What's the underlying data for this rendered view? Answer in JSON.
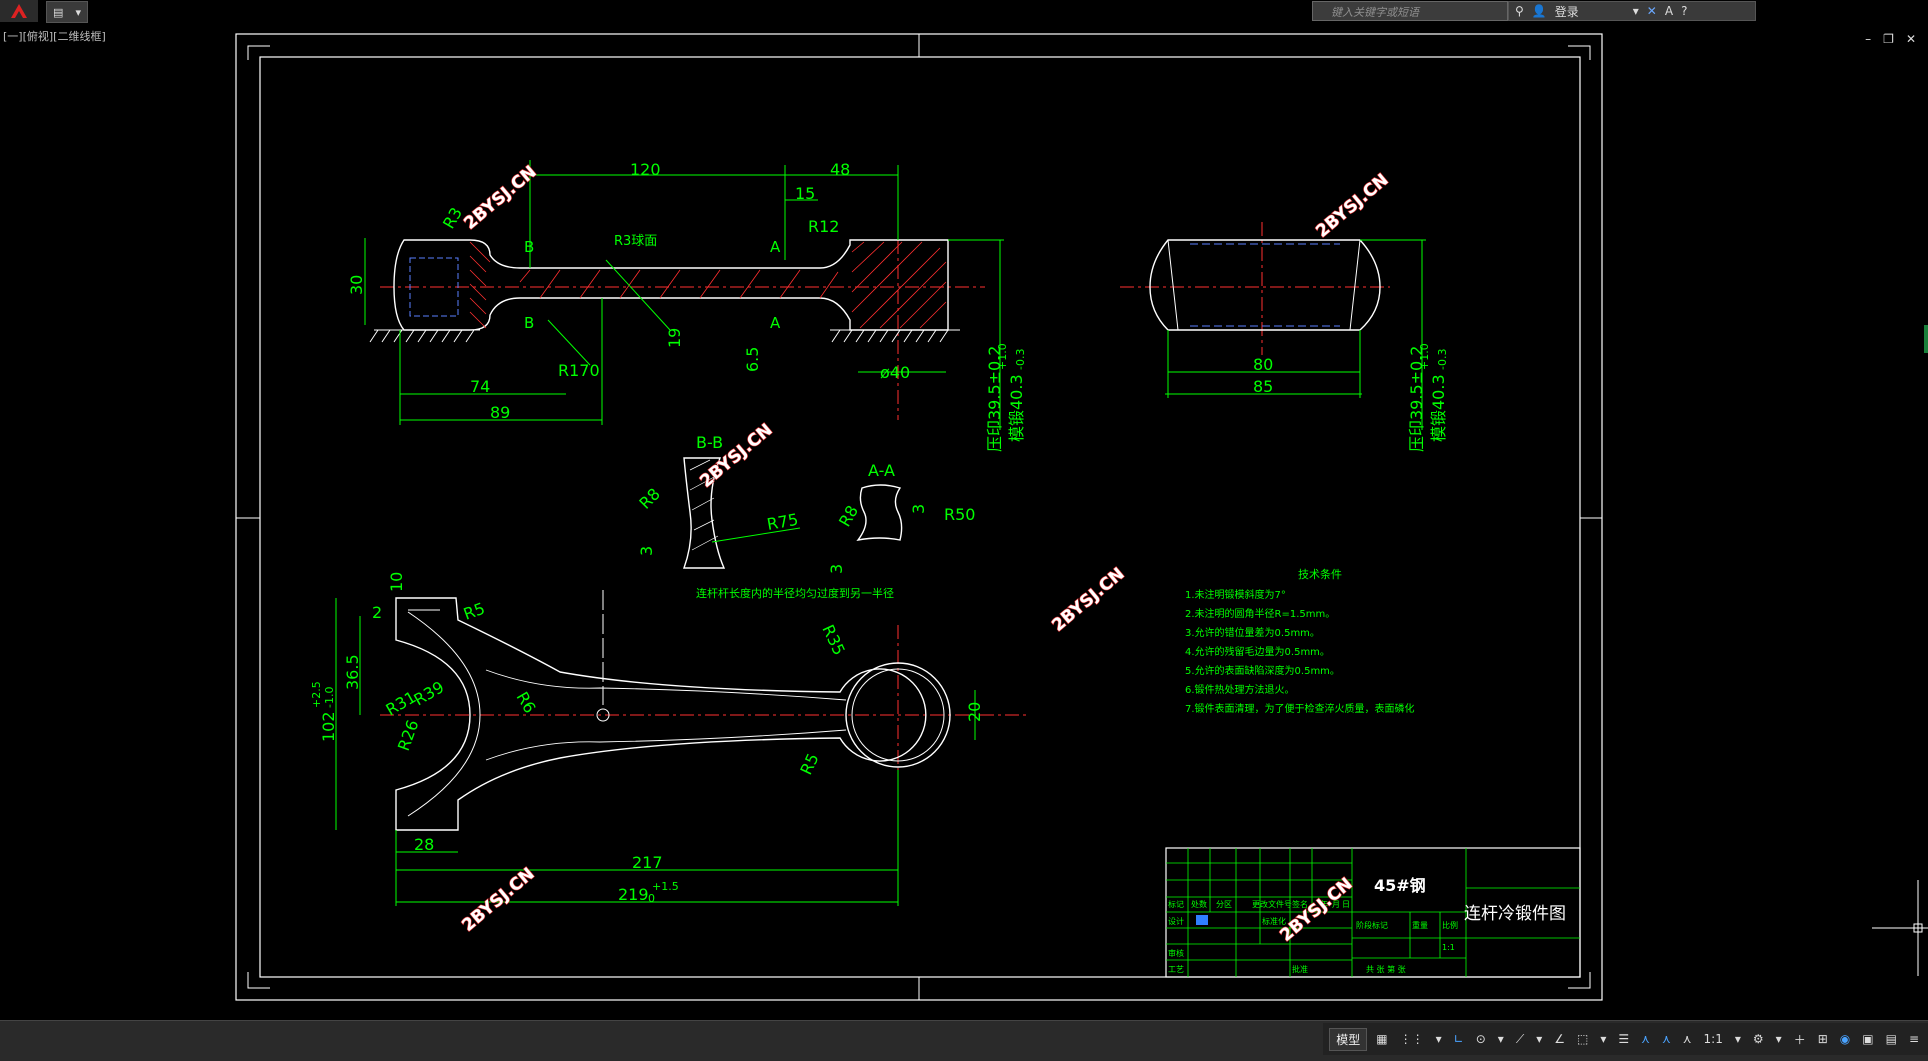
{
  "app": {
    "search_placeholder": "键入关键字或短语",
    "login_label": "登录",
    "viewport_label": "[一][俯视][二维线框]",
    "status": {
      "model_tab": "模型",
      "scale": "1:1"
    }
  },
  "drawing": {
    "watermark": "2BYSJ.CN",
    "dims_front": [
      "120",
      "48",
      "15",
      "30",
      "74",
      "89",
      "R170",
      "R12",
      "R3球面",
      "19",
      "6.5",
      "ø40",
      "B",
      "B",
      "A",
      "A",
      "R3"
    ],
    "dims_front_right": [
      "压印39.5±0.2",
      "模锻40.3"
    ],
    "dims_side": [
      "80",
      "85"
    ],
    "dims_side_right": [
      "压印39.5±0.2",
      "模锻40.3"
    ],
    "tol_plus_1": "+1.0",
    "tol_minus_1": "-0.3",
    "section_bb": {
      "label": "B-B",
      "dims": [
        "R8",
        "R75",
        "3"
      ]
    },
    "section_aa": {
      "label": "A-A",
      "dims": [
        "R8",
        "R50",
        "3",
        "3"
      ]
    },
    "section_note": "连杆杆长度内的半径均匀过度到另一半径",
    "dims_bottom": [
      "2",
      "R5",
      "36.5",
      "R31",
      "R39",
      "R26",
      "R6",
      "R35",
      "R5",
      "20",
      "28",
      "217",
      "219",
      "102",
      "10"
    ],
    "tol_219": "+1.5",
    "tol_219_low": "0",
    "tol_102_hi": "+2.5",
    "tol_102_lo": "-1.0",
    "tech_title": "技术条件",
    "tech_notes": [
      "1.未注明锻模斜度为7°",
      "2.未注明的圆角半径R=1.5mm。",
      "3.允许的错位量差为0.5mm。",
      "4.允许的残留毛边量为0.5mm。",
      "5.允许的表面缺陷深度为0.5mm。",
      "6.锻件热处理方法退火。",
      "7.锻件表面清理，为了便于检查淬火质量，表面磷化"
    ],
    "title_block": {
      "material": "45#钢",
      "part_name": "连杆冷锻件图",
      "scale": "1:1",
      "row_labels": [
        "标记",
        "处数",
        "分区",
        "更改文件号",
        "签名",
        "年",
        "月",
        "日"
      ],
      "design": "设计",
      "standard": "标准化",
      "review": "审核",
      "process": "工艺",
      "approve": "批准",
      "stage": "阶段标记",
      "weight": "重量",
      "ratio": "比例",
      "sheets": "共 张 第 张"
    }
  },
  "colors": {
    "accent_green": "#00ff00",
    "centerline_red": "#ff3030",
    "outline_white": "#ffffff",
    "hidden_blue": "#5a7fff",
    "watermark_red": "#e03030",
    "background": "#000000"
  }
}
